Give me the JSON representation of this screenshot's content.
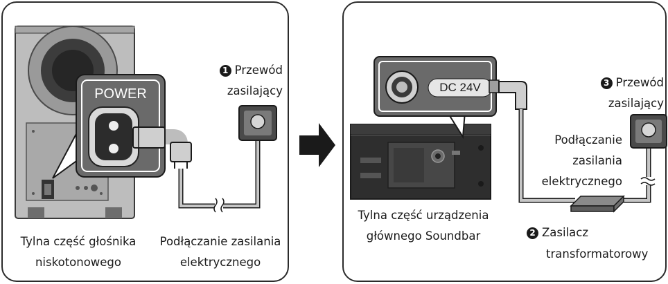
{
  "left_panel": {
    "power_label": "POWER",
    "cord_number": "1",
    "cord_line1": "Przewód",
    "cord_line2": "zasilający",
    "caption_line1": "Tylna część głośnika",
    "caption_line2": "niskotonowego",
    "connect_line1": "Podłączanie zasilania",
    "connect_line2": "elektrycznego"
  },
  "right_panel": {
    "dc_label": "DC 24V",
    "cord_number": "3",
    "cord_line1": "Przewód",
    "cord_line2": "zasilający",
    "connect_line1": "Podłączanie",
    "connect_line2": "zasilania",
    "connect_line3": "elektrycznego",
    "caption_line1": "Tylna część urządzenia",
    "caption_line2": "głównego Soundbar",
    "adapter_number": "2",
    "adapter_line1": "Zasilacz",
    "adapter_line2": "transformatorowy"
  }
}
